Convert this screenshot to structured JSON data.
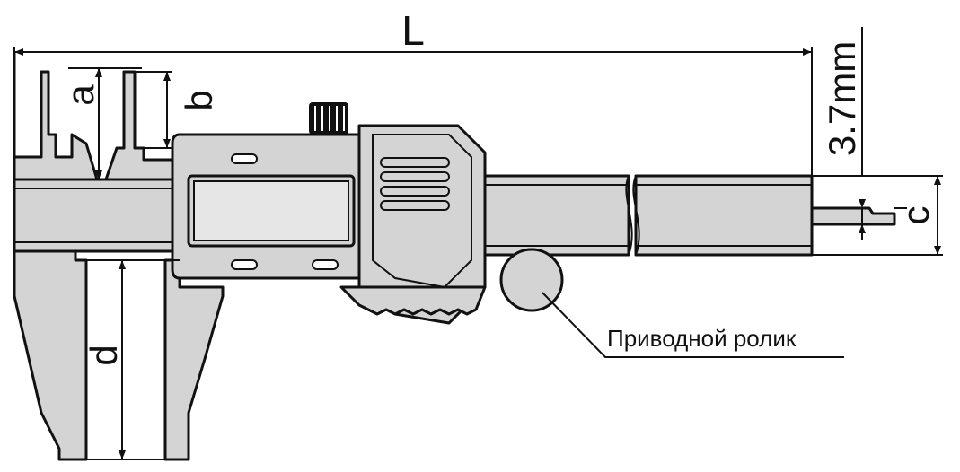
{
  "dimensions": {
    "length": "L",
    "outer_jaw_depth": "a",
    "inner_jaw_depth": "b",
    "max_measuring_depth": "d",
    "depth_rod_width": "c",
    "depth_rod_size": "3.7mm"
  },
  "callouts": {
    "drive_roller": "Приводной ролик"
  }
}
